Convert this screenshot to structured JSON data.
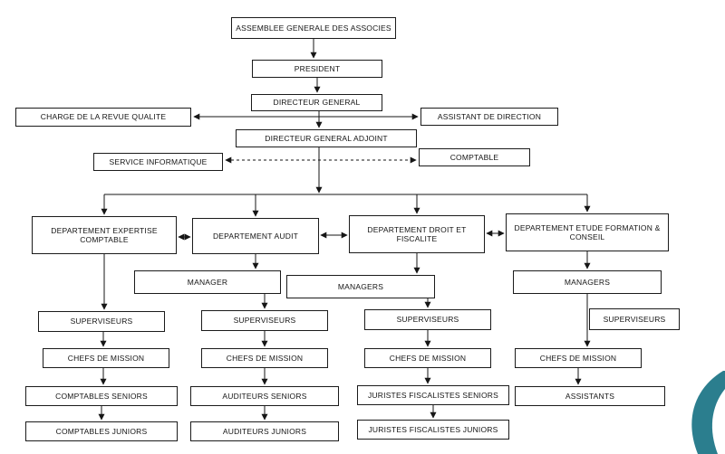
{
  "diagram": {
    "type": "org-chart",
    "nodes": {
      "assemblee": {
        "label": "ASSEMBLEE GENERALE DES ASSOCIES"
      },
      "president": {
        "label": "PRESIDENT"
      },
      "directeur_general": {
        "label": "DIRECTEUR GENERAL"
      },
      "charge_revue_qualite": {
        "label": "CHARGE DE LA REVUE QUALITE"
      },
      "assistant_direction": {
        "label": "ASSISTANT DE DIRECTION"
      },
      "directeur_general_adjoint": {
        "label": "DIRECTEUR GENERAL ADJOINT"
      },
      "service_informatique": {
        "label": "SERVICE INFORMATIQUE"
      },
      "comptable": {
        "label": "COMPTABLE"
      },
      "dept_expertise": {
        "label": "DEPARTEMENT EXPERTISE COMPTABLE"
      },
      "dept_audit": {
        "label": "DEPARTEMENT AUDIT"
      },
      "dept_droit": {
        "label": "DEPARTEMENT DROIT ET FISCALITE"
      },
      "dept_etude": {
        "label": "DEPARTEMENT ETUDE FORMATION & CONSEIL"
      },
      "manager_expertise_audit": {
        "label": "MANAGER"
      },
      "managers_droit": {
        "label": "MANAGERS"
      },
      "managers_etude": {
        "label": "MANAGERS"
      },
      "superviseurs_expertise": {
        "label": "SUPERVISEURS"
      },
      "superviseurs_audit": {
        "label": "SUPERVISEURS"
      },
      "superviseurs_droit": {
        "label": "SUPERVISEURS"
      },
      "superviseurs_etude": {
        "label": "SUPERVISEURS"
      },
      "chefs_mission_expertise": {
        "label": "CHEFS DE MISSION"
      },
      "chefs_mission_audit": {
        "label": "CHEFS DE MISSION"
      },
      "chefs_mission_droit": {
        "label": "CHEFS DE MISSION"
      },
      "chefs_mission_etude": {
        "label": "CHEFS DE MISSION"
      },
      "comptables_seniors": {
        "label": "COMPTABLES SENIORS"
      },
      "auditeurs_seniors": {
        "label": "AUDITEURS SENIORS"
      },
      "juristes_seniors": {
        "label": "JURISTES FISCALISTES SENIORS"
      },
      "assistants": {
        "label": "ASSISTANTS"
      },
      "comptables_juniors": {
        "label": "COMPTABLES JUNIORS"
      },
      "auditeurs_juniors": {
        "label": "AUDITEURS JUNIORS"
      },
      "juristes_juniors": {
        "label": "JURISTES FISCALISTES JUNIORS"
      }
    }
  },
  "decor": {
    "corner_accent_color": "#2b7e8e",
    "line_color": "#161616"
  }
}
